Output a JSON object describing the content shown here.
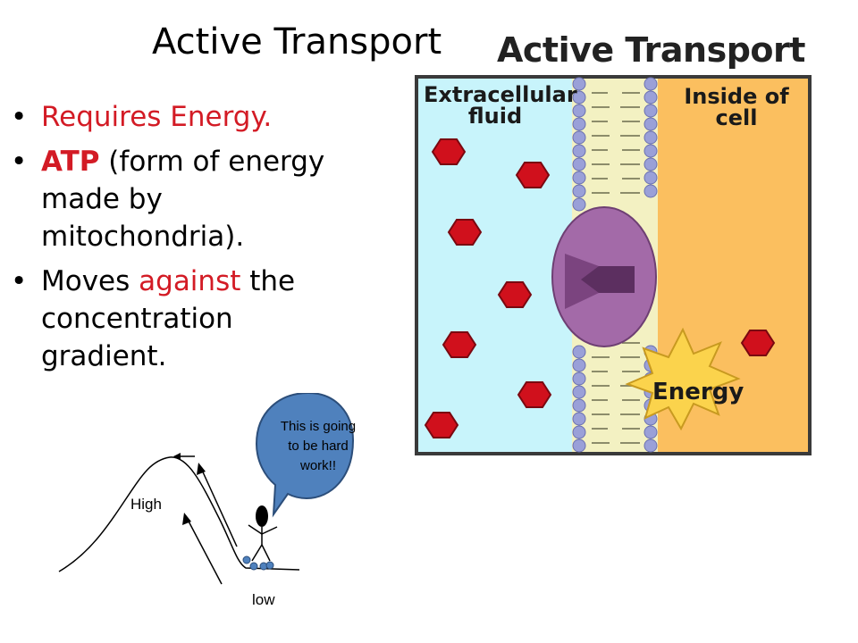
{
  "slide": {
    "title": "Active Transport",
    "bullets": {
      "b1_text": "Requires Energy.",
      "b2_bold": "ATP",
      "b2_rest": " (form of energy made by mitochondria).",
      "b3_pre": "Moves ",
      "b3_red": "against",
      "b3_post": " the concentration gradient."
    },
    "bullet_char": "•"
  },
  "diagram": {
    "title": "Active Transport",
    "extracellular_label_1": "Extracellular",
    "extracellular_label_2": "fluid",
    "inside_label": "Inside of cell",
    "energy_label": "Energy"
  },
  "hill": {
    "high_label": "High",
    "low_label": "low",
    "speech": "This is going to be hard work!!"
  },
  "colors": {
    "text_red": "#d31b25",
    "extracellular_fill": "#c8f4fb",
    "cell_fill": "#fbbf5f",
    "molecule_red": "#d0101c",
    "protein_purple": "#a36aa8",
    "energy_yellow": "#fbd34c",
    "bubble_blue": "#4f81bd"
  }
}
